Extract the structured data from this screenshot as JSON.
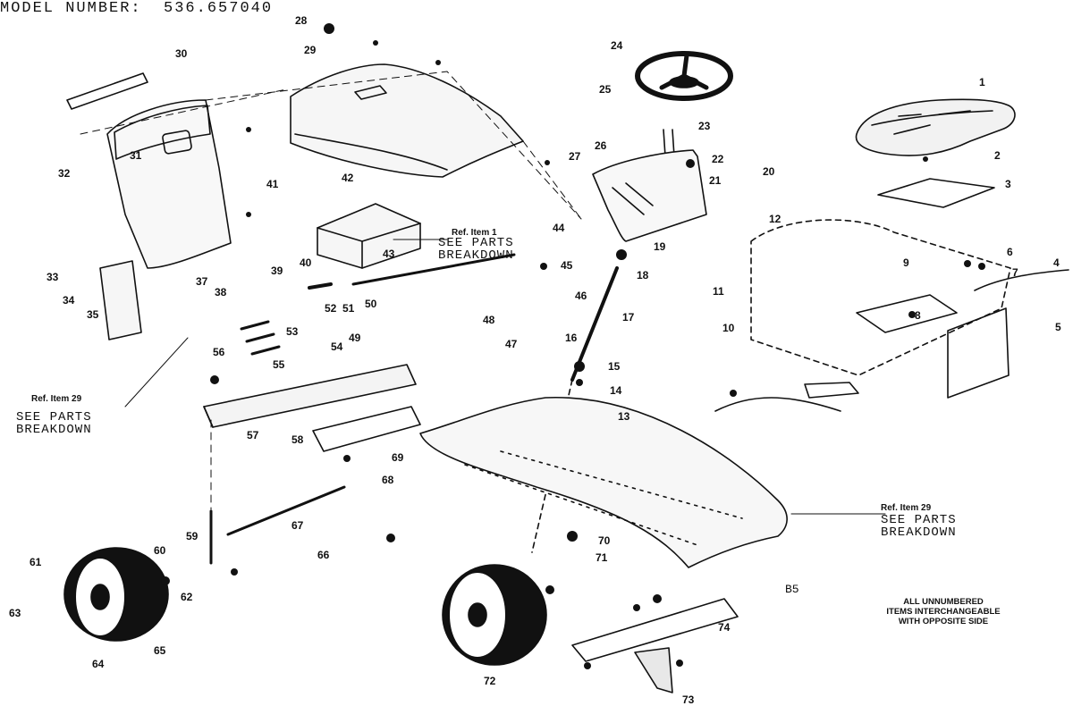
{
  "model_number_label": "MODEL NUMBER:",
  "model_number": "536.657040",
  "drawing_code": "B5",
  "note_lines": [
    "ALL UNNUMBERED",
    "ITEMS INTERCHANGEABLE",
    "WITH OPPOSITE SIDE"
  ],
  "references": [
    {
      "ref": "Ref. Item 29",
      "text": "SEE PARTS\nBREAKDOWN"
    },
    {
      "ref": "Ref. Item 1",
      "text": "SEE PARTS\nBREAKDOWN"
    },
    {
      "ref": "Ref. Item 29",
      "text": "SEE PARTS\nBREAKDOWN"
    }
  ],
  "callouts": [
    "1",
    "2",
    "3",
    "4",
    "5",
    "6",
    "7",
    "8",
    "9",
    "10",
    "11",
    "12",
    "13",
    "14",
    "15",
    "16",
    "17",
    "18",
    "19",
    "20",
    "21",
    "22",
    "23",
    "24",
    "25",
    "26",
    "27",
    "28",
    "29",
    "30",
    "31",
    "32",
    "33",
    "34",
    "35",
    "37",
    "38",
    "39",
    "40",
    "41",
    "42",
    "43",
    "44",
    "45",
    "46",
    "47",
    "48",
    "49",
    "50",
    "51",
    "52",
    "53",
    "54",
    "55",
    "56",
    "57",
    "58",
    "59",
    "60",
    "61",
    "62",
    "63",
    "64",
    "65",
    "66",
    "67",
    "68",
    "69",
    "70",
    "71",
    "72",
    "73",
    "74"
  ]
}
